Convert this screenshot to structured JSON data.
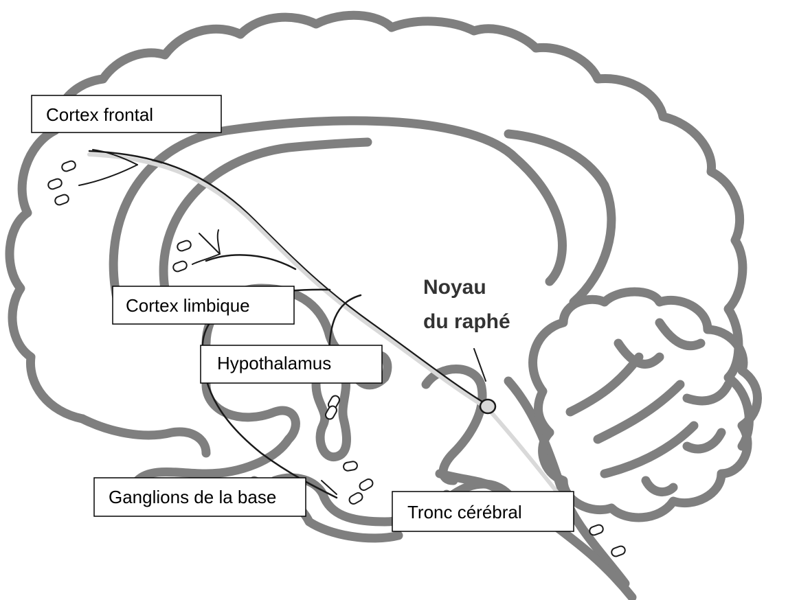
{
  "labels": {
    "cortex_frontal": "Cortex frontal",
    "cortex_limbique": "Cortex limbique",
    "hypothalamus": "Hypothalamus",
    "ganglions_base": "Ganglions de la base",
    "tronc_cerebral": "Tronc cérébral",
    "noyau_line1": "Noyau",
    "noyau_line2": "du raphé"
  },
  "colors": {
    "brain_outline": "#7f7f7f",
    "pathway_fill": "#d9d9d9",
    "pathway_outline": "#1a1a1a",
    "label_border": "#000000"
  }
}
